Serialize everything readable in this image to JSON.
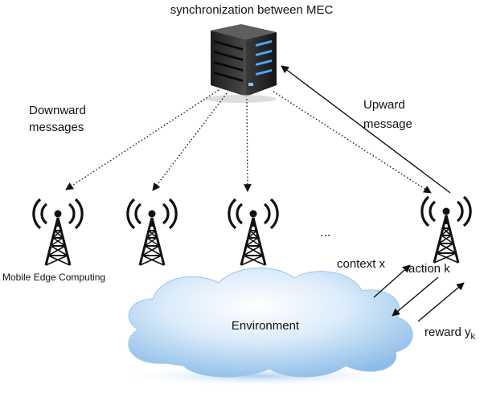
{
  "labels": {
    "title": "synchronization between MEC",
    "downward_line1": "Downward",
    "downward_line2": "messages",
    "upward_line1": "Upward",
    "upward_line2": "message",
    "ellipsis": "...",
    "mec": "Mobile Edge Computing",
    "context": "context x",
    "action": "action k",
    "reward_main": "reward y",
    "reward_sub": "k",
    "environment": "Environment"
  },
  "icons": {
    "server": "server-icon",
    "tower": "antenna-tower-icon",
    "cloud": "cloud-icon"
  },
  "colors": {
    "cloud_light": "#ffffff",
    "cloud_mid": "#c9e2f7",
    "cloud_dark": "#8cbce8",
    "server_body": "#2c2c2c",
    "server_light": "#4aa8ff"
  }
}
